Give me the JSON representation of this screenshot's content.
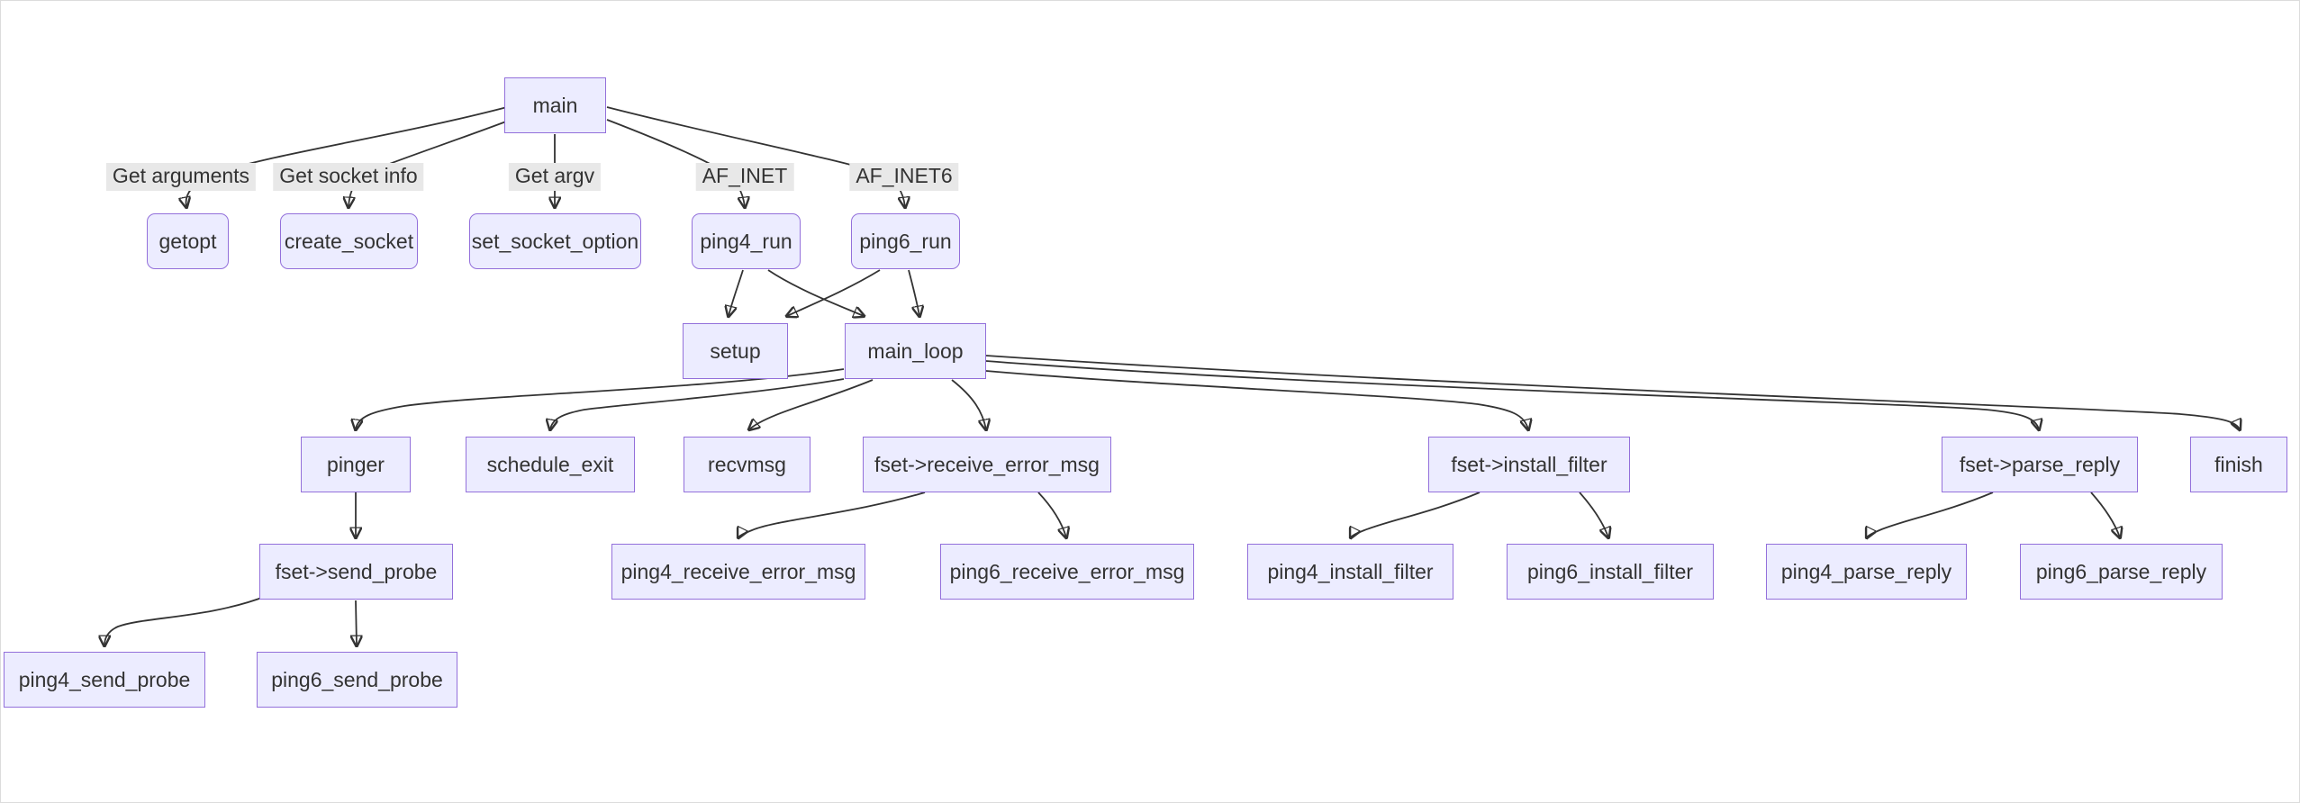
{
  "diagram": {
    "type": "flowchart-call-graph",
    "colors": {
      "node_fill": "#ECECFF",
      "node_border": "#9370DB",
      "edge_stroke": "#333333",
      "text": "#333333",
      "edge_label_bg": "#e8e8e8",
      "background": "#ffffff"
    },
    "nodes": {
      "main": {
        "label": "main"
      },
      "getopt": {
        "label": "getopt"
      },
      "create_socket": {
        "label": "create_socket"
      },
      "set_socket_option": {
        "label": "set_socket_option"
      },
      "ping4_run": {
        "label": "ping4_run"
      },
      "ping6_run": {
        "label": "ping6_run"
      },
      "setup": {
        "label": "setup"
      },
      "main_loop": {
        "label": "main_loop"
      },
      "pinger": {
        "label": "pinger"
      },
      "schedule_exit": {
        "label": "schedule_exit"
      },
      "recvmsg": {
        "label": "recvmsg"
      },
      "fset_receive_error_msg": {
        "label": "fset->receive_error_msg"
      },
      "fset_install_filter": {
        "label": "fset->install_filter"
      },
      "fset_parse_reply": {
        "label": "fset->parse_reply"
      },
      "finish": {
        "label": "finish"
      },
      "fset_send_probe": {
        "label": "fset->send_probe"
      },
      "ping4_receive_error_msg": {
        "label": "ping4_receive_error_msg"
      },
      "ping6_receive_error_msg": {
        "label": "ping6_receive_error_msg"
      },
      "ping4_install_filter": {
        "label": "ping4_install_filter"
      },
      "ping6_install_filter": {
        "label": "ping6_install_filter"
      },
      "ping4_parse_reply": {
        "label": "ping4_parse_reply"
      },
      "ping6_parse_reply": {
        "label": "ping6_parse_reply"
      },
      "ping4_send_probe": {
        "label": "ping4_send_probe"
      },
      "ping6_send_probe": {
        "label": "ping6_send_probe"
      }
    },
    "edge_labels": {
      "get_arguments": "Get arguments",
      "get_socket_info": "Get socket info",
      "get_argv": "Get argv",
      "af_inet": "AF_INET",
      "af_inet6": "AF_INET6"
    },
    "edges": [
      {
        "from": "main",
        "to": "getopt",
        "label": "Get arguments"
      },
      {
        "from": "main",
        "to": "create_socket",
        "label": "Get socket info"
      },
      {
        "from": "main",
        "to": "set_socket_option",
        "label": "Get argv"
      },
      {
        "from": "main",
        "to": "ping4_run",
        "label": "AF_INET"
      },
      {
        "from": "main",
        "to": "ping6_run",
        "label": "AF_INET6"
      },
      {
        "from": "ping4_run",
        "to": "setup"
      },
      {
        "from": "ping4_run",
        "to": "main_loop"
      },
      {
        "from": "ping6_run",
        "to": "setup"
      },
      {
        "from": "ping6_run",
        "to": "main_loop"
      },
      {
        "from": "main_loop",
        "to": "pinger"
      },
      {
        "from": "main_loop",
        "to": "schedule_exit"
      },
      {
        "from": "main_loop",
        "to": "recvmsg"
      },
      {
        "from": "main_loop",
        "to": "fset_receive_error_msg"
      },
      {
        "from": "main_loop",
        "to": "fset_install_filter"
      },
      {
        "from": "main_loop",
        "to": "fset_parse_reply"
      },
      {
        "from": "main_loop",
        "to": "finish"
      },
      {
        "from": "pinger",
        "to": "fset_send_probe"
      },
      {
        "from": "fset_send_probe",
        "to": "ping4_send_probe"
      },
      {
        "from": "fset_send_probe",
        "to": "ping6_send_probe"
      },
      {
        "from": "fset_receive_error_msg",
        "to": "ping4_receive_error_msg"
      },
      {
        "from": "fset_receive_error_msg",
        "to": "ping6_receive_error_msg"
      },
      {
        "from": "fset_install_filter",
        "to": "ping4_install_filter"
      },
      {
        "from": "fset_install_filter",
        "to": "ping6_install_filter"
      },
      {
        "from": "fset_parse_reply",
        "to": "ping4_parse_reply"
      },
      {
        "from": "fset_parse_reply",
        "to": "ping6_parse_reply"
      }
    ]
  }
}
